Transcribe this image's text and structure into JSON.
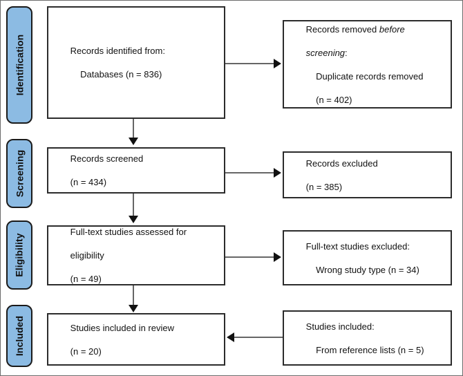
{
  "diagram": {
    "type": "prisma-flow-diagram",
    "colors": {
      "stage_tab_fill": "#8cbbe3",
      "stage_tab_border": "#1a1a1a",
      "box_border": "#2b2b2b",
      "box_fill": "#ffffff",
      "connector": "#666666",
      "arrow_head": "#111111",
      "frame_border": "#6b6b6b",
      "text": "#111111"
    },
    "stages": [
      {
        "id": "identification",
        "label": "Identification"
      },
      {
        "id": "screening",
        "label": "Screening"
      },
      {
        "id": "eligibility",
        "label": "Eligibility"
      },
      {
        "id": "included",
        "label": "Included"
      }
    ],
    "main_boxes": [
      {
        "id": "records-identified",
        "line1": "Records identified from:",
        "line2": "    Databases (n = 836)",
        "count": 836
      },
      {
        "id": "records-screened",
        "line1": "Records screened",
        "line2": "(n = 434)",
        "count": 434
      },
      {
        "id": "fulltext-assessed",
        "line1": "Full-text studies assessed for",
        "line2": "eligibility",
        "line3": "(n = 49)",
        "count": 49
      },
      {
        "id": "studies-included",
        "line1": "Studies included in review",
        "line2": "(n = 20)",
        "count": 20
      }
    ],
    "side_boxes": [
      {
        "id": "records-removed",
        "line1_pre": "Records removed ",
        "line1_italic": "before",
        "line2_italic": "screening",
        "line2_post": ":",
        "line3": "    Duplicate records removed",
        "line4": "    (n = 402)",
        "count": 402
      },
      {
        "id": "records-excluded",
        "line1": "Records excluded",
        "line2": "(n = 385)",
        "count": 385
      },
      {
        "id": "fulltext-excluded",
        "line1": "Full-text studies excluded:",
        "line2": "    Wrong study type (n = 34)",
        "count": 34
      },
      {
        "id": "studies-included-refs",
        "line1": "Studies included:",
        "line2": "    From reference lists (n = 5)",
        "count": 5
      }
    ],
    "arrows": [
      {
        "id": "identified-to-removed",
        "direction": "right"
      },
      {
        "id": "identified-to-screened",
        "direction": "down"
      },
      {
        "id": "screened-to-excluded",
        "direction": "right"
      },
      {
        "id": "screened-to-fulltext",
        "direction": "down"
      },
      {
        "id": "fulltext-to-excluded",
        "direction": "right"
      },
      {
        "id": "fulltext-to-included",
        "direction": "down"
      },
      {
        "id": "refs-to-included",
        "direction": "left"
      }
    ]
  }
}
